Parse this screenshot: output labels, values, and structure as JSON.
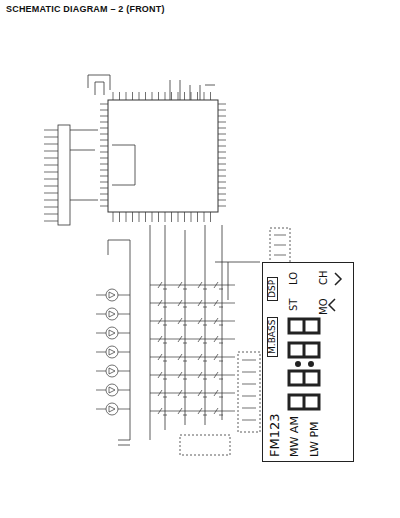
{
  "diagram": {
    "title": "SCHEMATIC DIAGRAM – 2 (FRONT)",
    "nodes": [
      {
        "text": [
          "FM123",
          "MW AM",
          "LW PM",
          "M.BASS",
          "DSP",
          "ST",
          "LO",
          "MO",
          "CH"
        ]
      }
    ]
  }
}
